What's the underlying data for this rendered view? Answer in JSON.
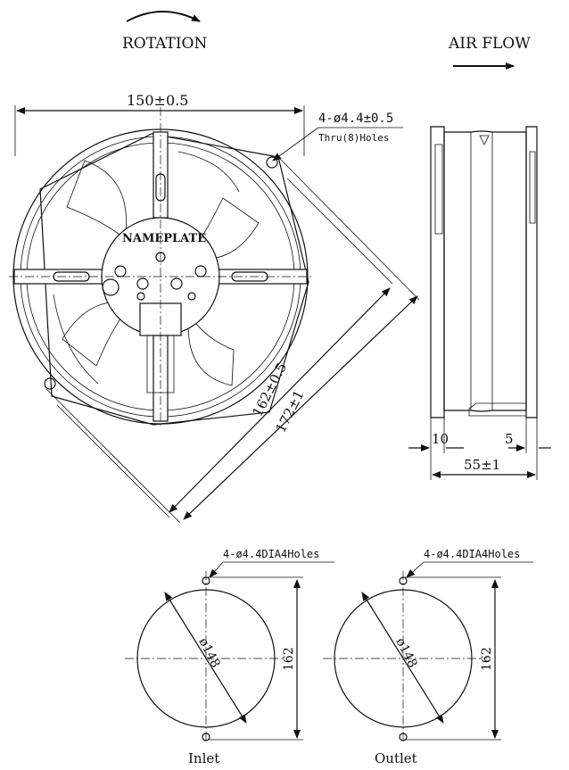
{
  "header": {
    "rotation_label": "ROTATION",
    "airflow_label": "AIR FLOW"
  },
  "front_view": {
    "width_dim": "150±0.5",
    "hole_note_line1": "4-ø4.4±0.5",
    "hole_note_line2": "Thru(8)Holes",
    "nameplate_label": "NAMEPLATE",
    "diag_dim_inner": "162±0.5",
    "diag_dim_outer": "172±1"
  },
  "side_view": {
    "dim_left": "10",
    "dim_right": "5",
    "dim_total": "55±1"
  },
  "inlet_view": {
    "hole_note": "4-ø4.4DIA4Holes",
    "diameter_label": "ø148",
    "height_dim": "162",
    "caption": "Inlet"
  },
  "outlet_view": {
    "hole_note": "4-ø4.4DIA4Holes",
    "diameter_label": "ø148",
    "height_dim": "162",
    "caption": "Outlet"
  }
}
